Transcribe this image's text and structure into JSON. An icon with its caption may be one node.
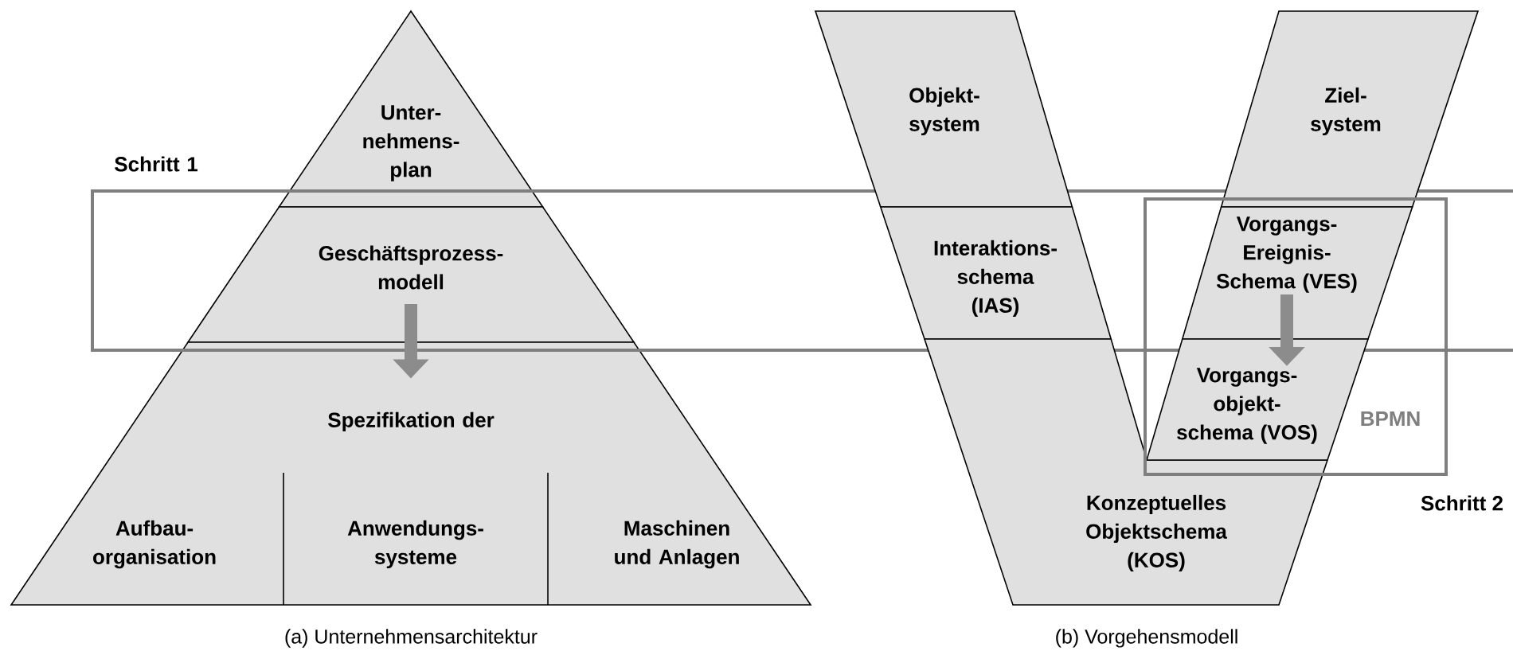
{
  "diagram": {
    "nodes": [
      {
        "text": [
          "Unter- nehmens- plan"
        ]
      },
      {
        "text": [
          "Geschäftsprozess- modell"
        ]
      },
      {
        "text": [
          "Spezifikation der"
        ]
      },
      {
        "text": [
          "Aufbau- organisation"
        ],
        "in": 2
      },
      {
        "text": [
          "Anwendungs- systeme"
        ],
        "in": 2
      },
      {
        "text": [
          "Maschinen und Anlagen"
        ],
        "in": 2
      },
      {
        "text": [
          "Schritt 1"
        ]
      },
      {
        "text": [
          "Objekt- system"
        ]
      },
      {
        "text": [
          "Interaktions- schema (IAS)"
        ]
      },
      {
        "text": [
          "Konzeptuelles Objektschema (KOS)"
        ]
      },
      {
        "text": [
          "Ziel- system"
        ]
      },
      {
        "text": [
          "BPMN",
          "Schritt 2"
        ]
      },
      {
        "text": [
          "Vorgangs- Ereignis- Schema (VES)"
        ],
        "in": 11
      },
      {
        "text": [
          "Vorgangs- objekt- schema (VOS)"
        ],
        "in": 11
      }
    ],
    "edges": [
      {
        "from": 1,
        "to": 2,
        "arrow": "to"
      },
      {
        "from": 12,
        "to": 13,
        "arrow": "to"
      }
    ],
    "labels": [
      "(a) Unternehmensarchitektur",
      "(b) Vorgehensmodell"
    ]
  }
}
